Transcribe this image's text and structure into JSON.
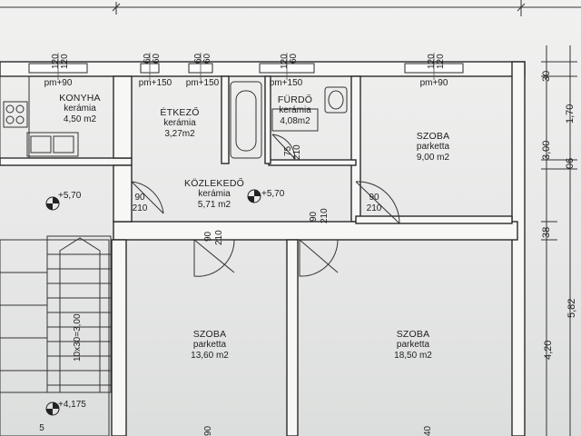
{
  "rooms": {
    "konyha": {
      "name": "KONYHA",
      "floor": "kerámia",
      "area": "4,50 m2"
    },
    "etkezo": {
      "name": "ÉTKEZŐ",
      "floor": "kerámia",
      "area": "3,27m2"
    },
    "furdo": {
      "name": "FÜRDŐ",
      "floor": "kerámia",
      "area": "4,08m2"
    },
    "szoba1": {
      "name": "SZOBA",
      "floor": "parketta",
      "area": "9,00 m2"
    },
    "kozlekedo": {
      "name": "KÖZLEKEDŐ",
      "floor": "kerámia",
      "area": "5,71 m2"
    },
    "szoba2": {
      "name": "SZOBA",
      "floor": "parketta",
      "area": "13,60 m2"
    },
    "szoba3": {
      "name": "SZOBA",
      "floor": "parketta",
      "area": "18,50 m2"
    }
  },
  "window_sills": {
    "konyha": "pm+90",
    "etkezo": "pm+150",
    "etkezo2": "pm+150",
    "furdo": "pm+150",
    "szoba1": "pm+90"
  },
  "window_dims": {
    "w1": [
      "120",
      "120"
    ],
    "w2": [
      "60",
      "60"
    ],
    "w3": [
      "60",
      "60"
    ],
    "w4": [
      "120",
      "60"
    ],
    "w5": [
      "120",
      "120"
    ]
  },
  "door_dims": {
    "d_left": [
      "90",
      "210"
    ],
    "d_furdo": [
      "75",
      "210"
    ],
    "d_hall": [
      "90",
      "210"
    ],
    "d_szoba1": [
      "90",
      "210"
    ],
    "d_szoba2": [
      "90",
      "210"
    ],
    "d_bottom1": "90",
    "d_bottom2": "40"
  },
  "levels": {
    "upper_left": "+5,70",
    "hall": "+5,70",
    "landing": "+4,175"
  },
  "stairs": {
    "spec": "10x30=3,00"
  },
  "right_dims": {
    "d1": "30",
    "d2": "1,70",
    "d3": "3,00",
    "d4": "06",
    "d5": "38",
    "d6": "4,20",
    "d7": "5,82"
  },
  "bottom_left": "5"
}
